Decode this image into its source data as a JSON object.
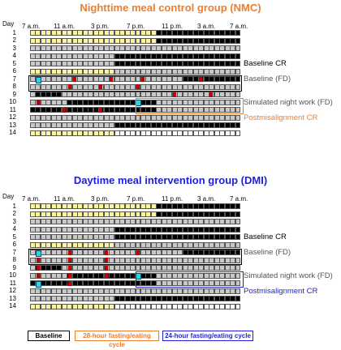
{
  "panels": [
    {
      "id": "nmc",
      "title": "Nighttime meal control group (NMC)",
      "day_label": "Day",
      "time_labels": [
        "7 a.m.",
        "11 a.m.",
        "3 p.m.",
        "7 p.m.",
        "11 p.m.",
        "3 a.m.",
        "7 a.m."
      ],
      "rows": [
        "LLLLLLLLLLLLLLLLLLLLLLLLBBBBBBBBBBBBBBBB",
        "LLLLLLLLLLLLLLLLLLLLLLLLBBBBBBBBBBBBBBBB",
        "GGGGGGGGGGGGGGGGGGGGGGGGGGGGGGGGGGGGGGGG",
        "GGGGGGGGGGGGGGGGBBBBBBBBBBBBBBBBBBBBBBBB",
        "GGGGGGGGGGGGGGGGBBBBBBBBBBBBBBBBBBBBBBBB",
        "LLLLLLLLLLLLLLLLGGGGGGGGGGGGGGGGGGGGGGGG",
        "GGGGGGGGGGGGGGGGGGGGGGGGGGGGGBBBBBBBBBBB",
        "GGGGGGGGGGGGGGGGGGGGGGGGGGGGGGGGGGGGGGGG",
        "GBBBBBGGGGGGGGGGGGGGGGGGGGGGGGGGGGGGGGGG",
        "GGGGGGGBBBBBBBBBBBBBBBBBGGGGGGGGGGGGGGGG",
        "BBBBBBBBBBBBBBBBBBBBBBBBGGGGGGGGGGGGGGGG",
        "GGGGGGGGGGGGGGGGGGGGGGGGGGGGGGGGGGGGGGGG",
        "GGGGGGGGGGGGGGGGBBBBBBBBBBBBBBBBBBBBBBBB",
        "LLLLLLLLLLLLLLLLWWWWWWWWWWWWWWWWWWWWWWWW"
      ],
      "meals": [
        [
          7,
          1
        ],
        [
          7,
          8
        ],
        [
          7,
          15
        ],
        [
          7,
          21
        ],
        [
          7,
          32
        ],
        [
          8,
          7
        ],
        [
          8,
          13
        ],
        [
          8,
          20
        ],
        [
          9,
          27
        ],
        [
          9,
          34
        ],
        [
          10,
          1
        ],
        [
          10,
          20
        ],
        [
          11,
          6
        ],
        [
          11,
          13
        ]
      ],
      "cyan": [
        [
          7,
          1
        ],
        [
          10,
          20
        ]
      ],
      "phases": [
        {
          "label": "Baseline CR",
          "color": "#000000",
          "row": 5
        },
        {
          "label": "Baseline (FD)",
          "color": "#555555",
          "row": 7
        },
        {
          "label": "Simulated night work (FD)",
          "color": "#555555",
          "row": 10
        },
        {
          "label": "Postmisalignment CR",
          "color": "#ee7d2c",
          "row": 12
        }
      ]
    },
    {
      "id": "dmi",
      "title": "Daytime meal intervention group (DMI)",
      "day_label": "Day",
      "time_labels": [
        "7 a.m.",
        "11 a.m.",
        "3 p.m.",
        "7 p.m.",
        "11 p.m.",
        "3 a.m.",
        "7 a.m."
      ],
      "rows": [
        "LLLLLLLLLLLLLLLLLLLLLLLLBBBBBBBBBBBBBBBB",
        "LLLLLLLLLLLLLLLLLLLLLLLLBBBBBBBBBBBBBBBB",
        "GGGGGGGGGGGGGGGGGGGGGGGGGGGGGGGGGGGGGGGG",
        "GGGGGGGGGGGGGGGGBBBBBBBBBBBBBBBBBBBBBBBB",
        "GGGGGGGGGGGGGGGGBBBBBBBBBBBBBBBBBBBBBBBB",
        "LLLLLLLLLLLLLLLLGGGGGGGGGGGGGGGGGGGGGGGG",
        "GGGGGGGGGGGGGGGGGGGGGGGGGGGGGBBBBBBBBBBB",
        "GGGGGGGGGGGGGGGGGGGGGGGGGGGGGGGGGGGGGGGG",
        "GBBBBBGGGGGGGGGGGGGGGGGGGGGGGGGGGGGGGGGG",
        "GGGGGGGBBBBBBBBBBBBBBBBBGGGGGGGGGGGGGGGG",
        "BBBBBBBBBBBBBBBBBBBBBBBBGGGGGGGGGGGGGGGG",
        "GGGGGGGGGGGGGGGGGGGGGGGGGGGGGGGGGGGGGGGG",
        "GGGGGGGGGGGGGGGGBBBBBBBBBBBBBBBBBBBBBBBB",
        "LLLLLLLLLLLLLLLLWWWWWWWWWWWWWWWWWWWWWWWW"
      ],
      "meals": [
        [
          7,
          1
        ],
        [
          7,
          7
        ],
        [
          7,
          14
        ],
        [
          7,
          20
        ],
        [
          8,
          1
        ],
        [
          8,
          7
        ],
        [
          8,
          14
        ],
        [
          9,
          1
        ],
        [
          9,
          7
        ],
        [
          9,
          14
        ],
        [
          10,
          1
        ],
        [
          10,
          7
        ],
        [
          10,
          14
        ],
        [
          11,
          1
        ],
        [
          11,
          7
        ]
      ],
      "cyan": [
        [
          7,
          1
        ],
        [
          10,
          20
        ],
        [
          11,
          1
        ]
      ],
      "phases": [
        {
          "label": "Baseline CR",
          "color": "#000000",
          "row": 5
        },
        {
          "label": "Baseline (FD)",
          "color": "#555555",
          "row": 7
        },
        {
          "label": "Simulated night work (FD)",
          "color": "#555555",
          "row": 10
        },
        {
          "label": "Postmisalignment CR",
          "color": "#1f1fd6",
          "row": 12
        }
      ]
    }
  ],
  "legend": [
    {
      "label": "Baseline",
      "color": "#000000"
    },
    {
      "label": "28-hour fasting/eating cycle",
      "color": "#ee7d2c"
    },
    {
      "label": "24-hour fasting/eating cycle",
      "color": "#1f1fd6"
    }
  ],
  "colors": {
    "light": "#fbf3a6",
    "gray": "#c8c8c8",
    "black": "#000000",
    "white": "#ffffff",
    "meal": "#c00000",
    "cyan": "#2dd4e8",
    "nmc": "#ee7d2c",
    "dmi": "#1f1fd6"
  }
}
